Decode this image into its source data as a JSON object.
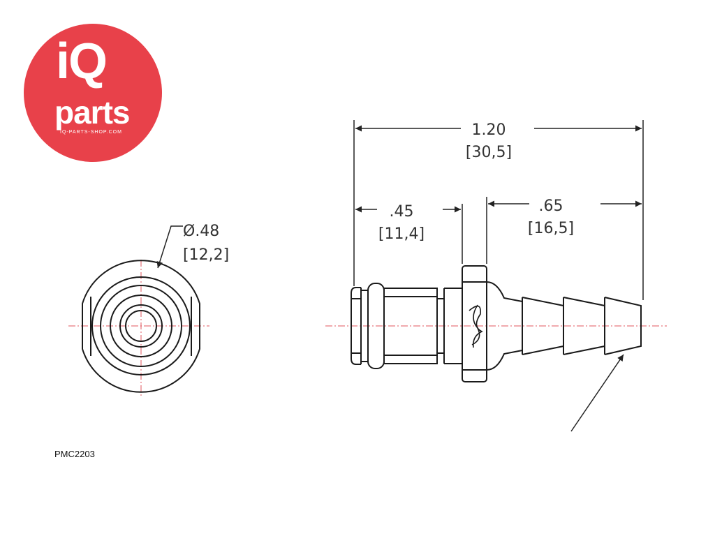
{
  "logo": {
    "brand_main": "iQ",
    "brand_sub": "parts",
    "url": "IQ-PARTS-SHOP.COM",
    "color": "#e8414a"
  },
  "part_code": "PMC2203",
  "dimensions": {
    "diameter": {
      "inch": "Ø.48",
      "mm": "[12,2]"
    },
    "overall_length": {
      "inch": "1.20",
      "mm": "[30,5]"
    },
    "body_length": {
      "inch": ".45",
      "mm": "[11,4]"
    },
    "barb_length": {
      "inch": ".65",
      "mm": "[16,5]"
    }
  },
  "colors": {
    "outline": "#1a1a1a",
    "centerline": "#e0555c",
    "dimension": "#333333"
  }
}
